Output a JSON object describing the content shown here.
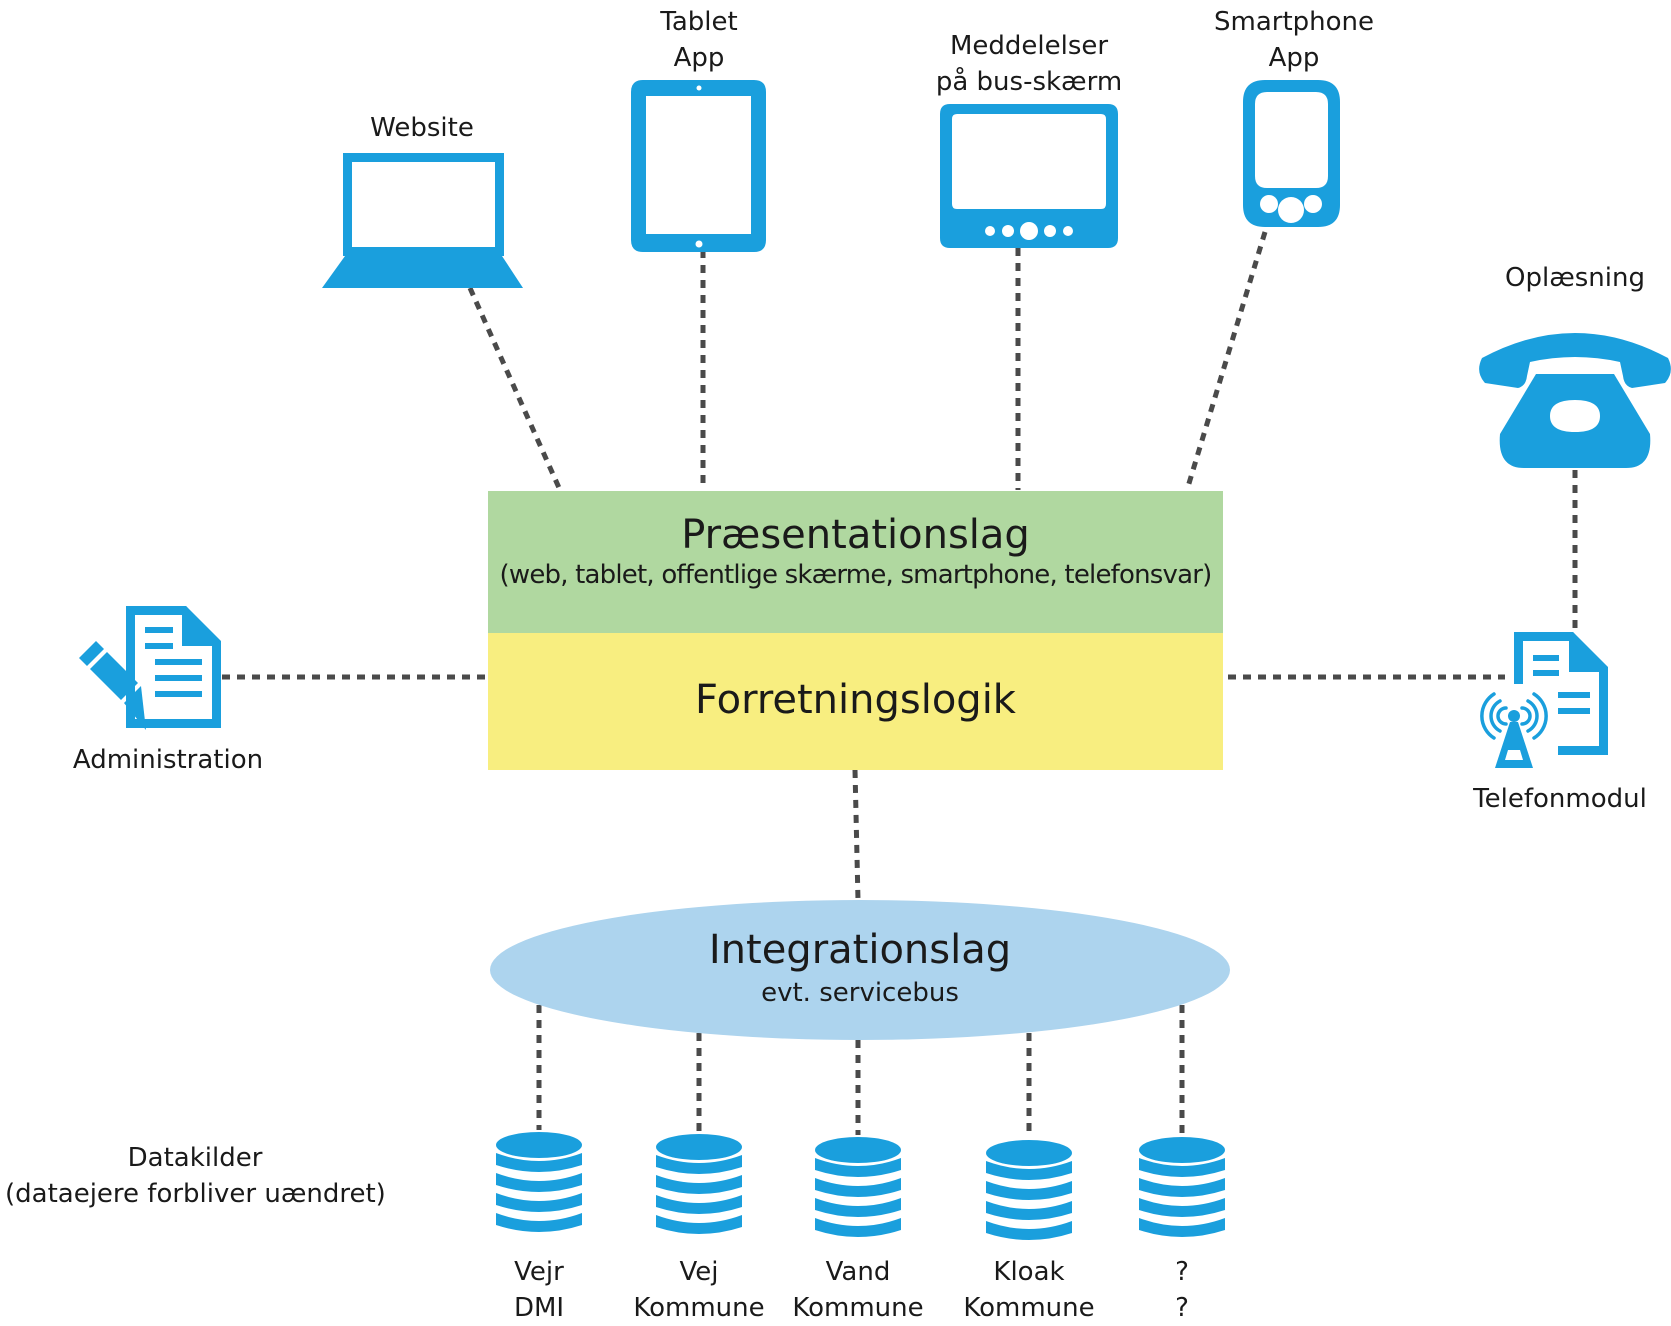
{
  "colors": {
    "icon": "#1a9fdd",
    "presentation_fill": "#b0d8a0",
    "business_fill": "#f8ee80",
    "integration_fill": "#add4ee",
    "connector": "#4a4a4a"
  },
  "clients": {
    "website": {
      "line1": "Website",
      "icon": "laptop-icon"
    },
    "tablet": {
      "line1": "Tablet",
      "line2": "App",
      "icon": "tablet-icon"
    },
    "bus_screen": {
      "line1": "Meddelelser",
      "line2": "på bus-skærm",
      "icon": "screen-icon"
    },
    "smartphone": {
      "line1": "Smartphone",
      "line2": "App",
      "icon": "smartphone-icon"
    },
    "readout": {
      "line1": "Oplæsning",
      "icon": "telephone-icon"
    }
  },
  "layers": {
    "presentation": {
      "title": "Præsentationslag",
      "subtitle": "(web, tablet, offentlige skærme, smartphone, telefonsvar)"
    },
    "business": {
      "title": "Forretningslogik"
    },
    "integration": {
      "title": "Integrationslag",
      "subtitle": "evt. servicebus"
    }
  },
  "side_modules": {
    "administration": {
      "label": "Administration",
      "icon": "document-edit-icon"
    },
    "phone_module": {
      "label": "Telefonmodul",
      "icon": "document-antenna-icon"
    }
  },
  "datasources": {
    "caption_line1": "Datakilder",
    "caption_line2": "(dataejere forbliver uændret)",
    "items": [
      {
        "line1": "Vejr",
        "line2": "DMI",
        "icon": "database-icon"
      },
      {
        "line1": "Vej",
        "line2": "Kommune",
        "icon": "database-icon"
      },
      {
        "line1": "Vand",
        "line2": "Kommune",
        "icon": "database-icon"
      },
      {
        "line1": "Kloak",
        "line2": "Kommune",
        "icon": "database-icon"
      },
      {
        "line1": "?",
        "line2": "?",
        "icon": "database-icon"
      }
    ]
  }
}
